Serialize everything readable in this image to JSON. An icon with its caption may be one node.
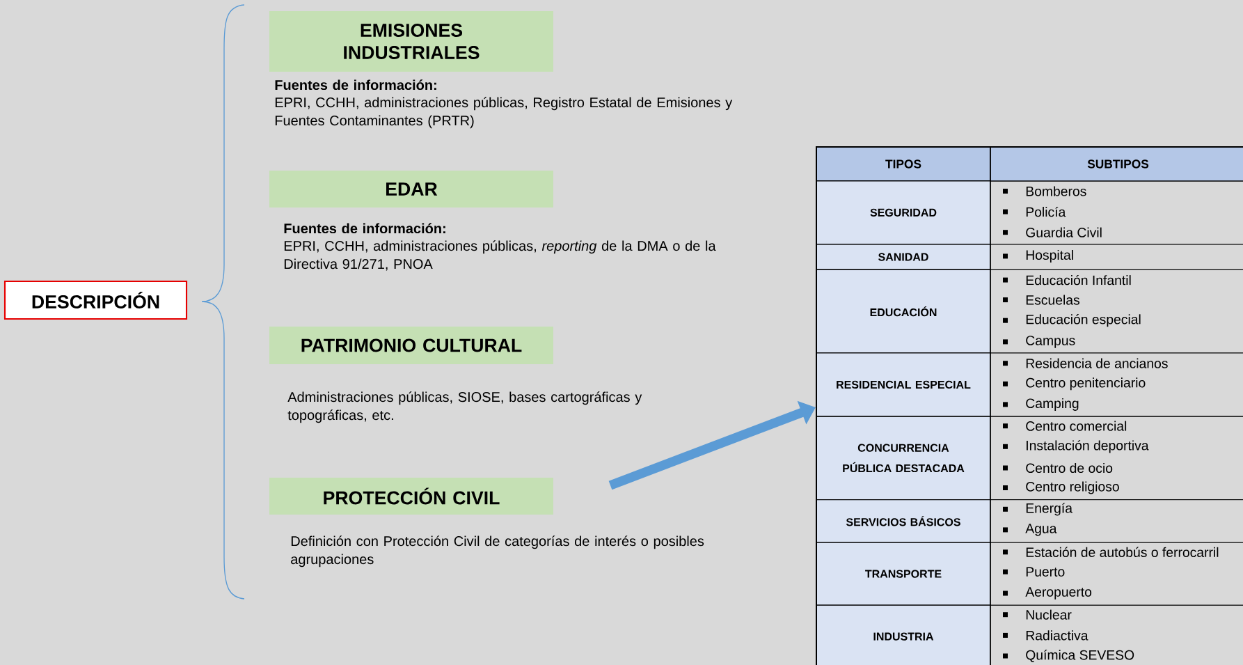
{
  "diagram": {
    "nodes": [
      {
        "text": [
          "DESCRIPCIÓN"
        ]
      },
      {
        "text": [
          "EMISIONES INDUSTRIALES"
        ],
        "beside": [
          "Fuentes de información:",
          "EPRI, CCHH, administraciones públicas, Registro Estatal de Emisiones y Fuentes Contaminantes (PRTR)"
        ]
      },
      {
        "text": [
          "EDAR"
        ],
        "beside": [
          "Fuentes de información:",
          "EPRI, CCHH, administraciones públicas, *reporting* de la DMA o de la Directiva 91/271, PNOA"
        ]
      },
      {
        "text": [
          "PATRIMONIO CULTURAL"
        ],
        "beside": [
          "Administraciones públicas, SIOSE, bases cartográficas y topográficas, etc."
        ]
      },
      {
        "text": [
          "PROTECCIÓN CIVIL"
        ],
        "beside": [
          "Definición con Protección Civil de categorías de interés o posibles agrupaciones"
        ]
      },
      {
        "text": [],
        "shape": "table"
      }
    ],
    "edges": [
      {
        "from": null,
        "to": 5,
        "arrow": "to"
      }
    ],
    "labels": [
      "TIPOS",
      "SUBTIPOS",
      "SEGURIDAD",
      "Bomberos",
      "Policía",
      "Guardia Civil",
      "SANIDAD",
      "Hospital",
      "EDUCACIÓN",
      "Educación Infantil",
      "Escuelas",
      "Educación especial",
      "Campus",
      "RESIDENCIAL ESPECIAL",
      "Residencia de ancianos",
      "Centro penitenciario",
      "Camping",
      "CONCURRENCIA PÚBLICA DESTACADA",
      "Centro comercial",
      "Instalación deportiva",
      "Centro de ocio",
      "Centro religioso",
      "SERVICIOS BÁSICOS",
      "Energía",
      "Agua",
      "TRANSPORTE",
      "Estación de autobús o ferrocarril",
      "Puerto",
      "Aeropuerto",
      "INDUSTRIA",
      "Nuclear",
      "Radiactiva",
      "Química SEVESO"
    ]
  }
}
